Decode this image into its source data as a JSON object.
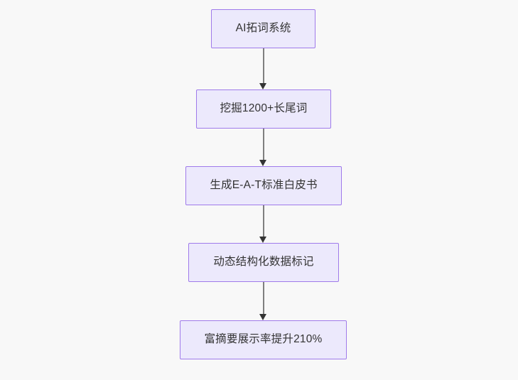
{
  "diagram": {
    "type": "flowchart",
    "direction": "top-to-bottom",
    "background_color": "#f8f8f8",
    "node_fill_color": "#ece9fc",
    "node_border_color": "#9f7aea",
    "node_text_color": "#333333",
    "edge_color": "#7f7f7f",
    "arrowhead_color": "#333333",
    "nodes": [
      {
        "id": "n1",
        "label": "AI拓词系统"
      },
      {
        "id": "n2",
        "label": "挖掘1200+长尾词"
      },
      {
        "id": "n3",
        "label": "生成E-A-T标准白皮书"
      },
      {
        "id": "n4",
        "label": "动态结构化数据标记"
      },
      {
        "id": "n5",
        "label": "富摘要展示率提升210%"
      }
    ],
    "edges": [
      {
        "from": "n1",
        "to": "n2",
        "label": ""
      },
      {
        "from": "n2",
        "to": "n3",
        "label": ""
      },
      {
        "from": "n3",
        "to": "n4",
        "label": ""
      },
      {
        "from": "n4",
        "to": "n5",
        "label": ""
      }
    ]
  }
}
